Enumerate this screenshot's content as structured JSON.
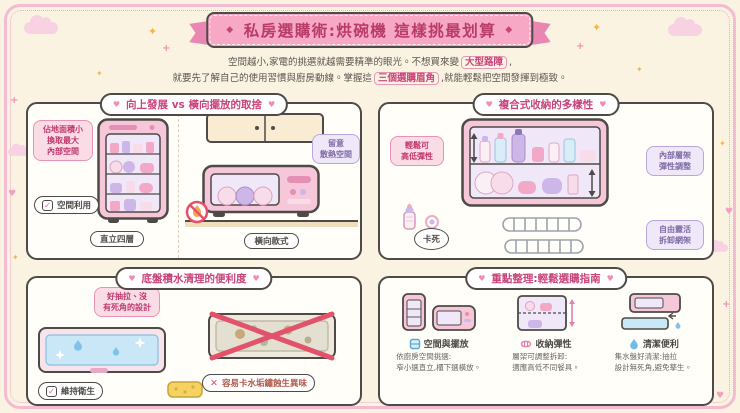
{
  "colors": {
    "background": "#FBF3E2",
    "accent_pink": "#F6A8C5",
    "deep_pink": "#C9447A",
    "lavender": "#B9A6DC",
    "outline": "#4D4A47",
    "water_blue": "#C9E7F6",
    "star_yellow": "#F2B744",
    "alert_red": "#E2526B"
  },
  "ribbon": {
    "title": "私房選購術:烘碗機 這樣挑最划算"
  },
  "intro": {
    "l1a": "空間越小,家電的挑選就越需要精準的眼光。不想買來變",
    "l1b": "大型路障",
    "l1c": ",",
    "l2a": "就要先了解自己的使用習慣與廚房動線。掌握這",
    "l2b": "三個選購眉角",
    "l2c": ",就能輕鬆把空間發揮到極致。"
  },
  "panel_space": {
    "title": "向上發展 vs 橫向擺放的取捨",
    "bubble_footprint": "佔地面積小\n換取最大\n內部空間",
    "tag_space": "空間利用",
    "caption_vertical": "直立四層",
    "bubble_heat": "留意\n散熱空間",
    "caption_horizontal": "橫向款式"
  },
  "panel_storage": {
    "title": "複合式收納的多樣性",
    "bubble_height": "輕鬆可\n高低彈性",
    "bubble_shelf": "內部層架\n彈性調整",
    "badge_stuck": "卡死",
    "bubble_rack": "自由靈活\n拆卸網架"
  },
  "panel_clean": {
    "title": "底盤積水清理的便利度",
    "bubble_design": "好抽拉、沒\n有死角的設計",
    "tag_hygiene": "維持衛生",
    "label_bad": "容易卡水垢鏽蝕生異味"
  },
  "panel_summary": {
    "title": "重點整理:輕鬆選購指南",
    "items": [
      {
        "icon": "cabinet-icon",
        "title": "空間與擺放",
        "desc": "依廚房空間挑選:\n窄小選直立,櫃下選橫放。"
      },
      {
        "icon": "rack-icon",
        "title": "收納彈性",
        "desc": "層架可調整拆卸:\n適應高低不同餐具。"
      },
      {
        "icon": "water-drop-icon",
        "title": "清潔便利",
        "desc": "集水盤好清潔:抽拉\n設計無死角,避免孳生。"
      }
    ]
  },
  "symbols": {
    "diamond": "◆",
    "heart": "♥",
    "star": "✦",
    "plus": "+",
    "check": "✓",
    "cross": "✕"
  }
}
